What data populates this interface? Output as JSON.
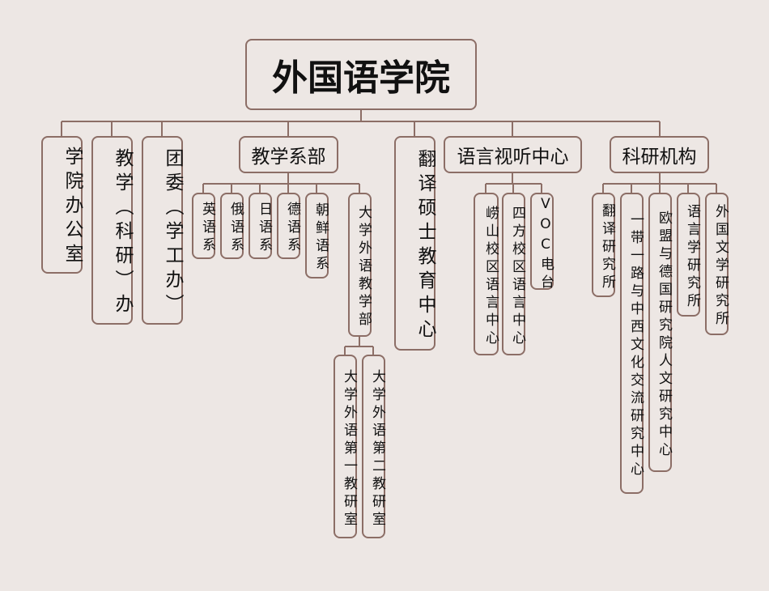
{
  "root": "外国语学院",
  "level1": {
    "office": "学院办公室",
    "teaching_office": "教学（科研）办",
    "youth_league": "团委（学工办）",
    "departments": "教学系部",
    "mti_center": "翻译硕士教育中心",
    "av_center": "语言视听中心",
    "research": "科研机构"
  },
  "departments": [
    "英语系",
    "俄语系",
    "日语系",
    "德语系",
    "朝鲜语系",
    "大学外语教学部"
  ],
  "college_english": [
    "大学外语第一教研室",
    "大学外语第二教研室"
  ],
  "av_center": [
    "崂山校区语言中心",
    "四方校区语言中心",
    "VOC电台"
  ],
  "research": [
    "翻译研究所",
    "一带一路与中西文化交流研究中心",
    "欧盟与德国研究院人文研究中心",
    "语言学研究所",
    "外国文学研究所"
  ],
  "colors": {
    "background": "#ede7e4",
    "border": "#8c6e66"
  }
}
